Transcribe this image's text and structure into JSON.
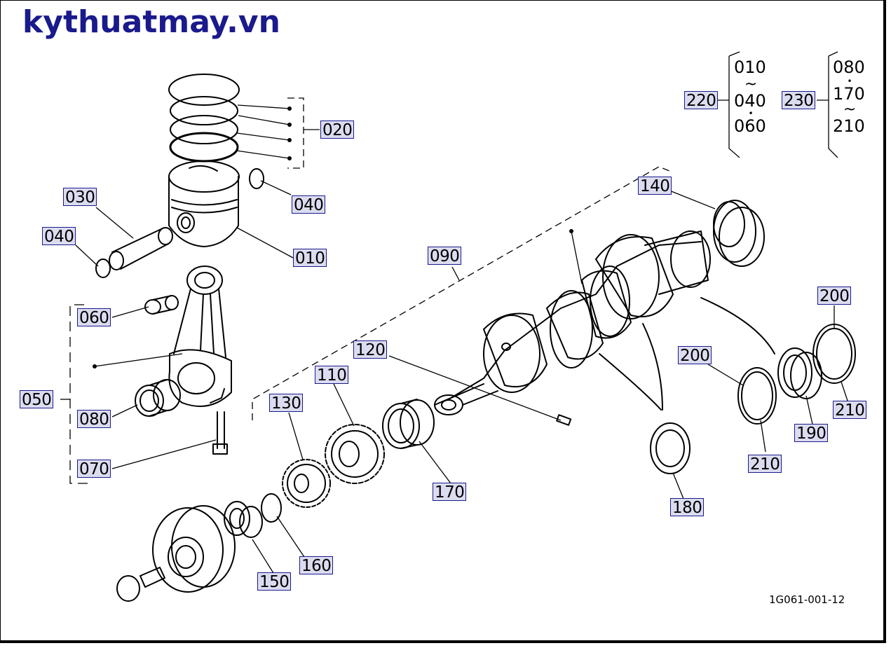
{
  "brand": "kythuatmay.vn",
  "diagram_code": "1G061-001-12",
  "labels": {
    "p010": "010",
    "p020": "020",
    "p030": "030",
    "p040a": "040",
    "p040b": "040",
    "p050": "050",
    "p060": "060",
    "p070": "070",
    "p080": "080",
    "p090": "090",
    "p110": "110",
    "p120": "120",
    "p130": "130",
    "p140": "140",
    "p150": "150",
    "p160": "160",
    "p170": "170",
    "p180": "180",
    "p190": "190",
    "p200a": "200",
    "p200b": "200",
    "p210a": "210",
    "p210b": "210",
    "p220": "220",
    "p230": "230"
  },
  "groups": {
    "g220": {
      "a": "010",
      "tilde": "~",
      "b": "040",
      "dot": "•",
      "c": "060"
    },
    "g230": {
      "a": "080",
      "dot": "•",
      "b": "170",
      "tilde": "~",
      "c": "210"
    }
  }
}
